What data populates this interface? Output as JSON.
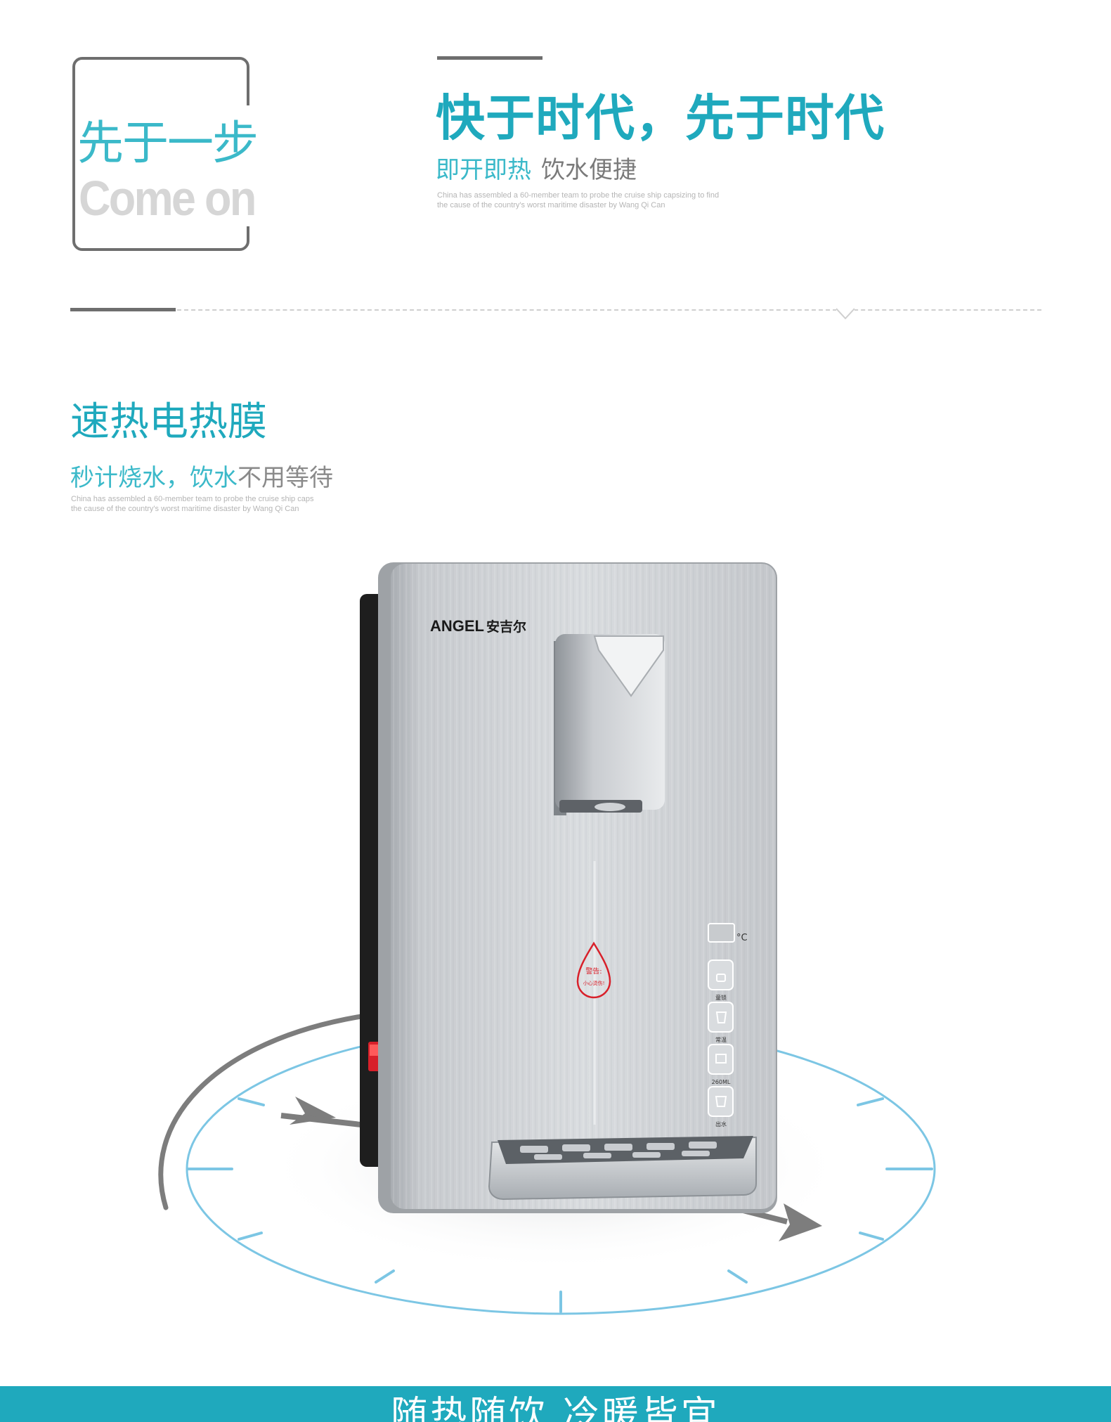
{
  "badge": {
    "title": "先于一步",
    "subtitle": "Come on"
  },
  "hero": {
    "headline": "快于时代，先于时代",
    "tagline_accent": "即开即热",
    "tagline_rest": "饮水便捷",
    "fine_print_line1": "China has assembled a 60-member team to probe the cruise ship capsizing to find",
    "fine_print_line2": "the cause of the country's worst maritime disaster by Wang Qi Can"
  },
  "section": {
    "title": "速热电热膜",
    "subtitle_accent": "秒计烧水，饮水",
    "subtitle_rest": "不用等待",
    "fine_print_line1": "China has assembled a 60-member team to probe the cruise ship caps",
    "fine_print_line2": "the cause of the country's worst maritime disaster by Wang Qi Can"
  },
  "product": {
    "brand_en": "ANGEL",
    "brand_cn": "安吉尔",
    "warning_title": "警告:",
    "warning_text": "小心烫伤!",
    "temp_unit": "°C",
    "buttons": [
      {
        "label": "童锁",
        "icon": "lock-icon"
      },
      {
        "label": "常温",
        "icon": "cup-icon"
      },
      {
        "label": "260ML",
        "icon": "volume-icon"
      },
      {
        "label": "出水",
        "icon": "water-icon"
      }
    ]
  },
  "band": {
    "text": "随热随饮 冷暖皆宜"
  },
  "colors": {
    "accent": "#1fa9bd",
    "accent_light": "#3bb9c9",
    "gray": "#6e6e6e",
    "dial": "#7cc6e4"
  }
}
